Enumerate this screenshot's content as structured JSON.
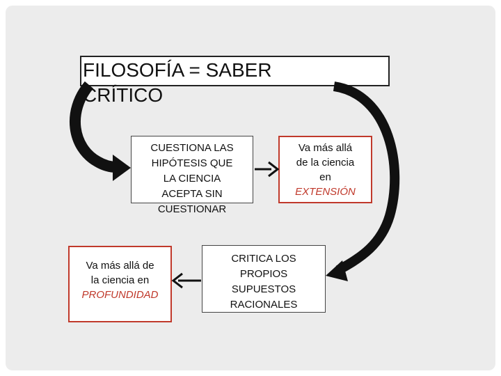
{
  "title": "FILOSOFÍA = SABER CRÍTICO",
  "box_questions": [
    "CUESTIONA LAS",
    "HIPÓTESIS QUE",
    "LA CIENCIA",
    "ACEPTA SIN",
    "CUESTIONAR"
  ],
  "box_extension": {
    "lines": [
      "Va más allá",
      "de la ciencia",
      "en"
    ],
    "emphasis": "EXTENSIÓN"
  },
  "box_depth": {
    "lines": [
      "Va más allá de",
      "la ciencia en"
    ],
    "emphasis": "PROFUNDIDAD"
  },
  "box_critique": [
    "CRITICA LOS",
    "PROPIOS",
    "SUPUESTOS",
    "RACIONALES"
  ],
  "colors": {
    "accent": "#c0392b",
    "background": "#ececec",
    "arrow": "#111111"
  }
}
